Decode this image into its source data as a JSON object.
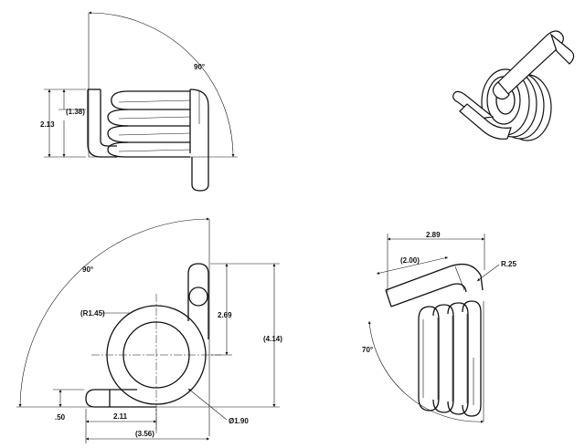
{
  "views": {
    "top_left": {
      "angle": "90°",
      "overall_height": "2.13",
      "leg_height": "(1.38)"
    },
    "bottom_left": {
      "angle": "90°",
      "radius": "(R1.45)",
      "height": "2.69",
      "overall_height": "(4.14)",
      "leg_offset": ".50",
      "center_distance": "2.11",
      "overall_length": "(3.56)",
      "diameter": "Ø1.90"
    },
    "bottom_right": {
      "overall_width": "2.89",
      "arm_width": "(2.00)",
      "bend_radius": "R.25",
      "angle": "70°"
    }
  }
}
